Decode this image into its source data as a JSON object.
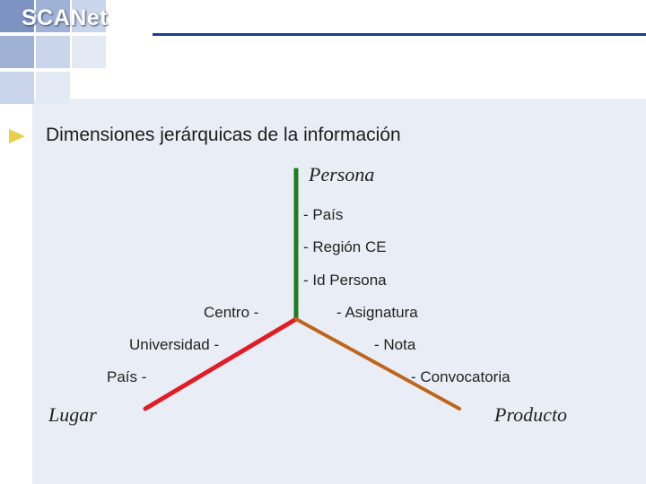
{
  "header": {
    "logo_text": "SCANet",
    "grid_colors": [
      "#7d93c2",
      "#9fb2d6",
      "#c9d5ea",
      "#e4eaf4"
    ]
  },
  "slide": {
    "title": "Dimensiones jerárquicas de la información",
    "bullet_color": "#e8cf4a"
  },
  "diagram": {
    "axis_persona": {
      "label": "Persona",
      "color": "#1e7d1e",
      "levels": [
        "- País",
        "- Región CE",
        "- Id Persona"
      ]
    },
    "axis_lugar": {
      "label": "Lugar",
      "color": "#e21b24",
      "levels": [
        "Centro -",
        "Universidad -",
        "País -"
      ]
    },
    "axis_producto": {
      "label": "Producto",
      "color": "#c0641a",
      "levels": [
        "- Asignatura",
        "- Nota",
        "- Convocatoria"
      ]
    }
  }
}
